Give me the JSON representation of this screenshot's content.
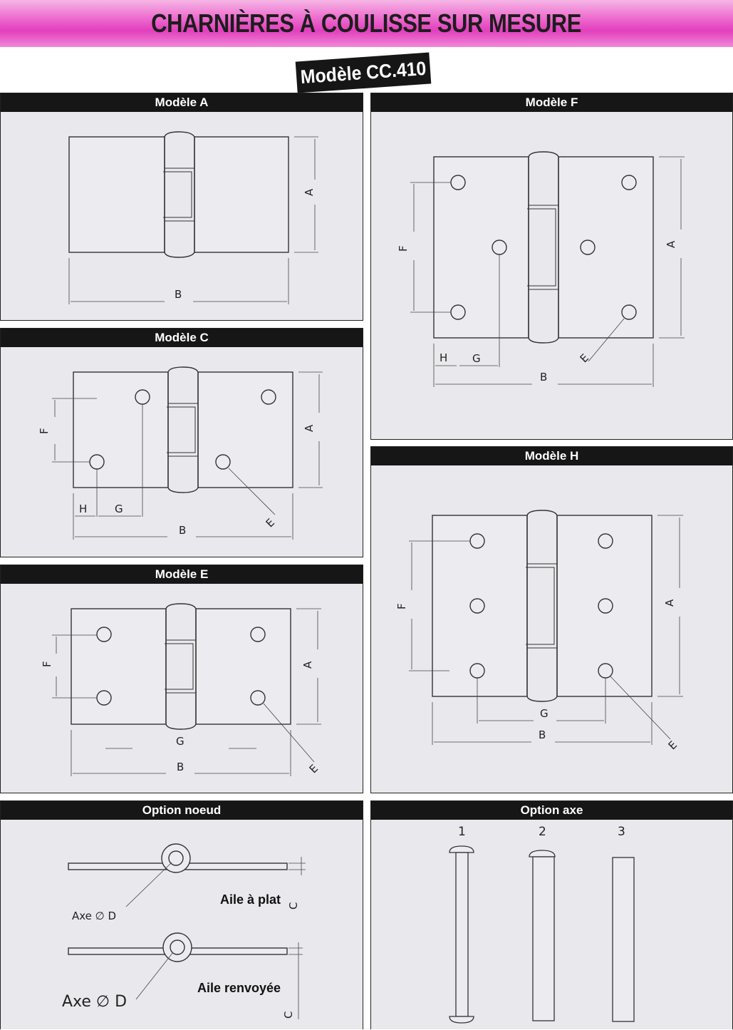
{
  "header": {
    "title": "CHARNIÈRES À COULISSE SUR MESURE",
    "model_tag": "Modèle CC.410"
  },
  "panels": {
    "modele_a": {
      "title": "Modèle A",
      "labels": {
        "a": "A",
        "b": "B"
      }
    },
    "modele_c": {
      "title": "Modèle C",
      "labels": {
        "a": "A",
        "b": "B",
        "e": "E",
        "f": "F",
        "g": "G",
        "h": "H"
      }
    },
    "modele_e": {
      "title": "Modèle E",
      "labels": {
        "a": "A",
        "b": "B",
        "e": "E",
        "f": "F",
        "g": "G"
      }
    },
    "modele_f": {
      "title": "Modèle F",
      "labels": {
        "a": "A",
        "b": "B",
        "e": "E",
        "f": "F",
        "g": "G",
        "h": "H"
      }
    },
    "modele_h": {
      "title": "Modèle H",
      "labels": {
        "a": "A",
        "b": "B",
        "e": "E",
        "f": "F",
        "g": "G"
      }
    },
    "option_noeud": {
      "title": "Option noeud",
      "flat": {
        "axis_label": "Axe ∅ D",
        "wing_label": "Aile à plat",
        "c_label": "C"
      },
      "offset": {
        "axis_label": "Axe ∅ D",
        "wing_label": "Aile renvoyée",
        "c_label": "C"
      }
    },
    "option_axe": {
      "title": "Option axe",
      "pins": [
        "1",
        "2",
        "3"
      ]
    }
  }
}
